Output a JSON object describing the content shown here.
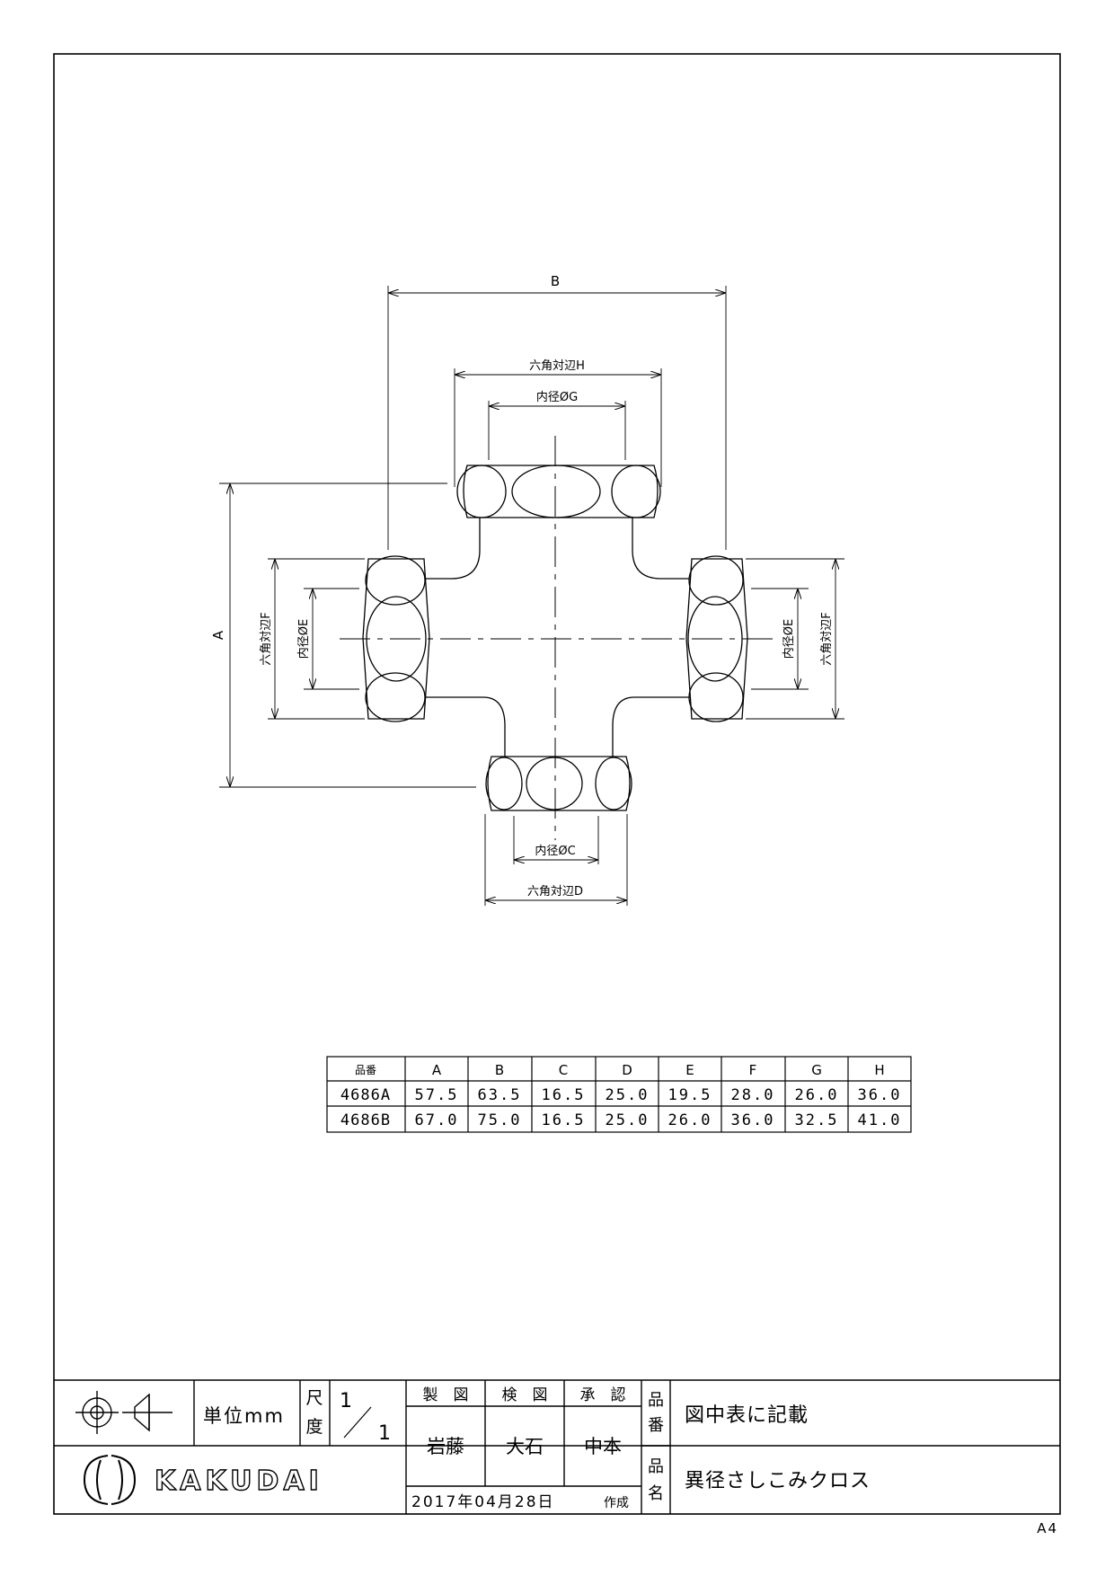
{
  "drawing": {
    "dim_a": "A",
    "dim_b": "B",
    "dim_hex_h": "六角対辺H",
    "dim_bore_g": "内径ØG",
    "dim_hex_f_left": "六角対辺F",
    "dim_bore_e_left": "内径ØE",
    "dim_hex_f_right": "六角対辺F",
    "dim_bore_e_right": "内径ØE",
    "dim_bore_c": "内径ØC",
    "dim_hex_d": "六角対辺D"
  },
  "table": {
    "headers": [
      "品番",
      "A",
      "B",
      "C",
      "D",
      "E",
      "F",
      "G",
      "H"
    ],
    "rows": [
      [
        "4686A",
        "57.5",
        "63.5",
        "16.5",
        "25.0",
        "19.5",
        "28.0",
        "26.0",
        "36.0"
      ],
      [
        "4686B",
        "67.0",
        "75.0",
        "16.5",
        "25.0",
        "26.0",
        "36.0",
        "32.5",
        "41.0"
      ]
    ]
  },
  "title_block": {
    "projection_icon": "third-angle-projection-icon",
    "unit": "単位mm",
    "scale_label_1": "尺",
    "scale_label_2": "度",
    "scale_num": "1",
    "scale_den": "1",
    "drawn_label": "製　図",
    "checked_label": "検　図",
    "approved_label": "承　認",
    "drawn_by": "岩藤",
    "checked_by": "大石",
    "approved_by": "中本",
    "date": "2017年04月28日",
    "created": "作成",
    "part_no_label_1": "品",
    "part_no_label_2": "番",
    "part_no_value": "図中表に記載",
    "part_name_label_1": "品",
    "part_name_label_2": "名",
    "part_name_value": "異径さしこみクロス",
    "logo_text": "KAKUDAI"
  },
  "paper_size": "A4"
}
